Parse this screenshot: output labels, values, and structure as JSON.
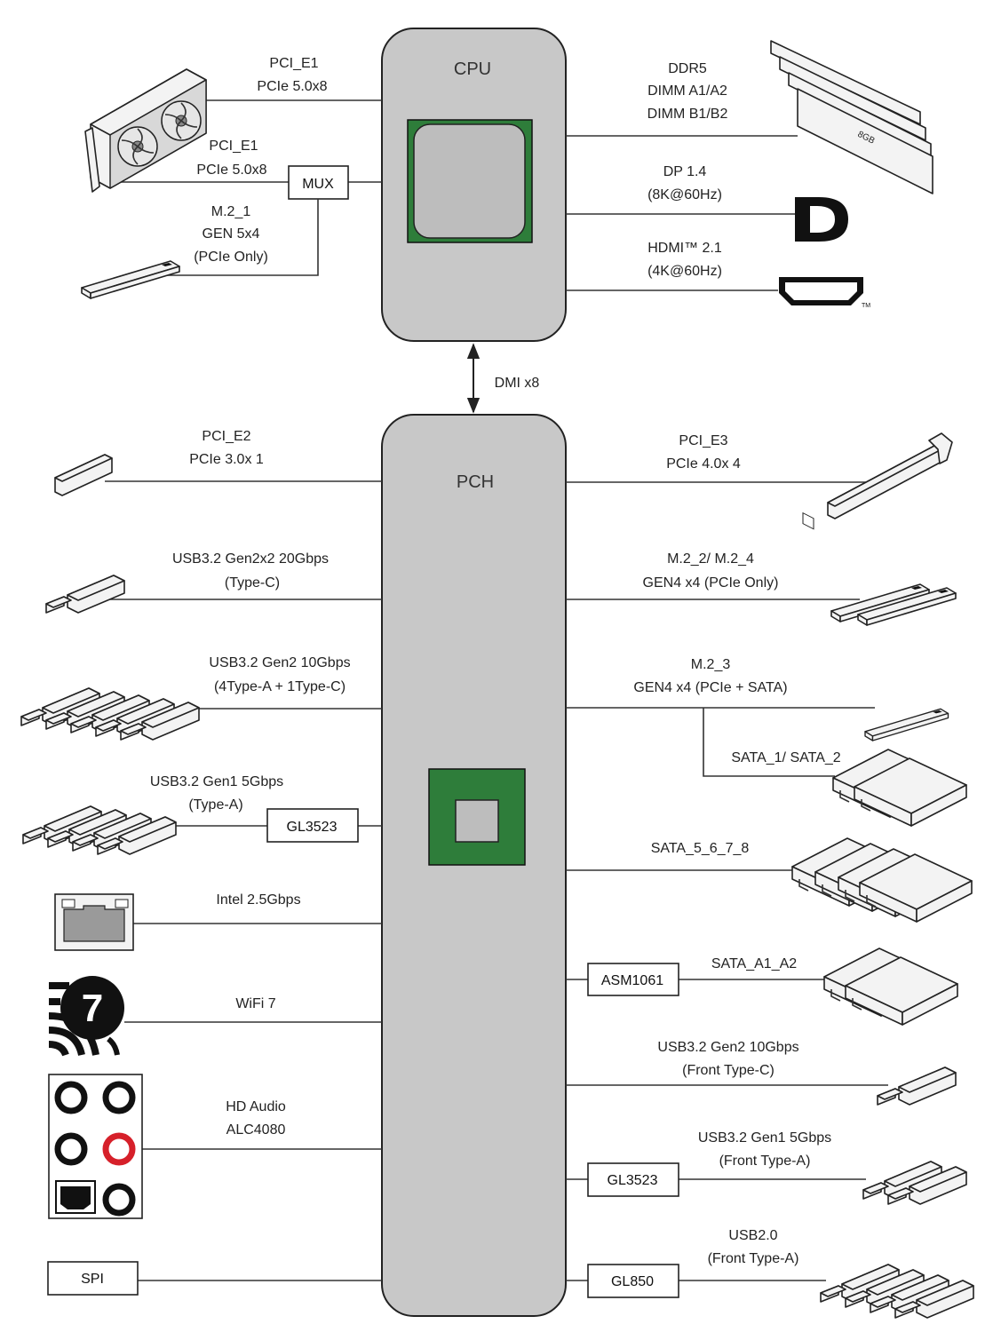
{
  "cpu": {
    "title": "CPU"
  },
  "pch": {
    "title": "PCH"
  },
  "link": {
    "label": "DMI x8"
  },
  "mux": {
    "label": "MUX"
  },
  "cpu_left": {
    "pcie_e1_direct": {
      "line1": "PCI_E1",
      "line2": "PCIe 5.0x8"
    },
    "pcie_e1_mux": {
      "line1": "PCI_E1",
      "line2": "PCIe 5.0x8"
    },
    "m2_1": {
      "line1": "M.2_1",
      "line2": "GEN 5x4",
      "line3": "(PCIe Only)"
    }
  },
  "cpu_right": {
    "ddr5": {
      "line1": "DDR5",
      "line2": "DIMM A1/A2",
      "line3": "DIMM B1/B2",
      "module_text": "8GB"
    },
    "dp": {
      "line1": "DP 1.4",
      "line2": "(8K@60Hz)"
    },
    "hdmi": {
      "line1": "HDMI™ 2.1",
      "line2": "(4K@60Hz)",
      "tm": "TM"
    }
  },
  "pch_left": {
    "pci_e2": {
      "line1": "PCI_E2",
      "line2": "PCIe 3.0x 1"
    },
    "usb_20g": {
      "line1": "USB3.2 Gen2x2 20Gbps",
      "line2": "(Type-C)"
    },
    "usb_10g": {
      "line1": "USB3.2 Gen2 10Gbps",
      "line2": "(4Type-A + 1Type-C)"
    },
    "usb_5g": {
      "line1": "USB3.2 Gen1 5Gbps",
      "line2": "(Type-A)",
      "hub": "GL3523"
    },
    "lan": {
      "line1": "Intel 2.5Gbps"
    },
    "wifi": {
      "line1": "WiFi 7",
      "badge": "7"
    },
    "audio": {
      "line1": "HD Audio",
      "line2": "ALC4080"
    },
    "spi": {
      "box": "SPI"
    }
  },
  "pch_right": {
    "pci_e3": {
      "line1": "PCI_E3",
      "line2": "PCIe 4.0x 4"
    },
    "m2_2_4": {
      "line1": "M.2_2/ M.2_4",
      "line2": "GEN4 x4  (PCIe Only)"
    },
    "m2_3": {
      "line1": "M.2_3",
      "line2": "GEN4 x4  (PCIe + SATA)"
    },
    "sata_1_2": {
      "line1": "SATA_1/ SATA_2"
    },
    "sata_5_8": {
      "line1": "SATA_5_6_7_8"
    },
    "sata_a": {
      "line1": "SATA_A1_A2",
      "controller": "ASM1061"
    },
    "usb_front_c": {
      "line1": "USB3.2 Gen2 10Gbps",
      "line2": "(Front Type-C)"
    },
    "usb_front_a5": {
      "line1": "USB3.2 Gen1 5Gbps",
      "line2": "(Front Type-A)",
      "hub": "GL3523"
    },
    "usb2_front": {
      "line1": "USB2.0",
      "line2": "(Front Type-A)",
      "hub": "GL850"
    }
  },
  "colors": {
    "chip_gray": "#c8c8c8",
    "die_green": "#2e7d3a",
    "audio_red": "#d6202a"
  }
}
